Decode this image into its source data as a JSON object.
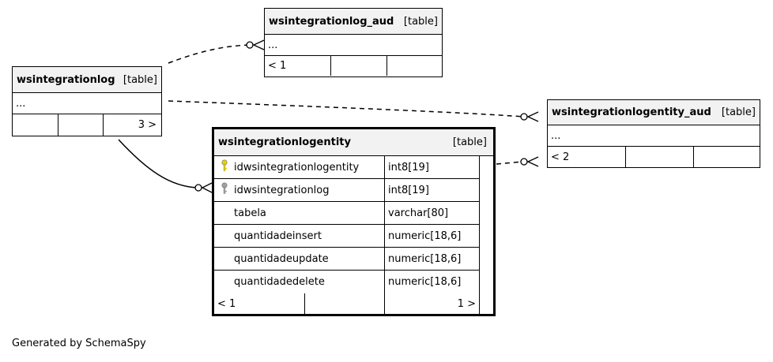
{
  "generated_by": "Generated by SchemaSpy",
  "tables": {
    "aud": {
      "name": "wsintegrationlog_aud",
      "type": "[table]",
      "ellipsis": "...",
      "footer": [
        "< 1",
        "",
        ""
      ]
    },
    "log": {
      "name": "wsintegrationlog",
      "type": "[table]",
      "ellipsis": "...",
      "footer": [
        "",
        "",
        "3 >"
      ]
    },
    "entity_aud": {
      "name": "wsintegrationlogentity_aud",
      "type": "[table]",
      "ellipsis": "...",
      "footer": [
        "< 2",
        "",
        ""
      ]
    },
    "entity": {
      "name": "wsintegrationlogentity",
      "type": "[table]",
      "columns": [
        {
          "name": "idwsintegrationlogentity",
          "type": "int8[19]",
          "key": "primary"
        },
        {
          "name": "idwsintegrationlog",
          "type": "int8[19]",
          "key": "foreign"
        },
        {
          "name": "tabela",
          "type": "varchar[80]",
          "key": ""
        },
        {
          "name": "quantidadeinsert",
          "type": "numeric[18,6]",
          "key": ""
        },
        {
          "name": "quantidadeupdate",
          "type": "numeric[18,6]",
          "key": ""
        },
        {
          "name": "quantidadedelete",
          "type": "numeric[18,6]",
          "key": ""
        }
      ],
      "footer": [
        "< 1",
        "",
        "1 >"
      ]
    }
  },
  "colors": {
    "primary_key": "#e8d000",
    "foreign_key": "#a0a0a0",
    "header_bg": "#f2f2f2"
  }
}
